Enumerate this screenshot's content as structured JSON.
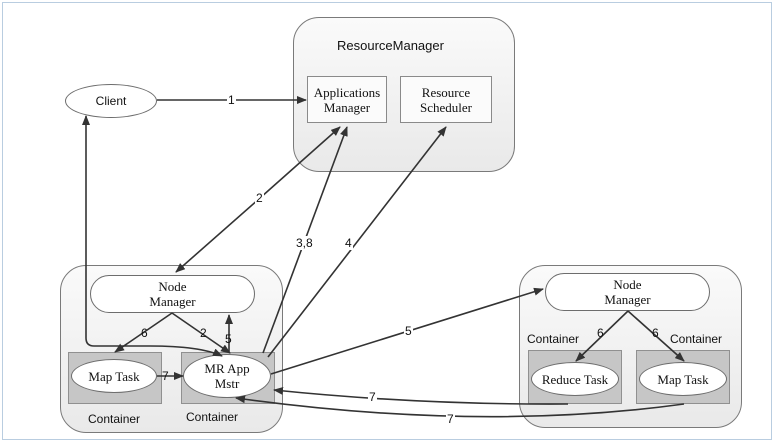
{
  "resource_manager": {
    "title": "ResourceManager",
    "applications_manager": "Applications\nManager",
    "resource_scheduler": "Resource\nScheduler"
  },
  "client": "Client",
  "left_node": {
    "node_manager": "Node\nManager",
    "map_task": "Map Task",
    "mr_app_mstr": "MR App\nMstr",
    "container_left": "Container",
    "container_right": "Container"
  },
  "right_node": {
    "node_manager": "Node\nManager",
    "container_left": "Container",
    "container_right": "Container",
    "reduce_task": "Reduce Task",
    "map_task": "Map Task"
  },
  "step_labels": {
    "s1": "1",
    "s2a": "2",
    "s2b": "2",
    "s38": "3,8",
    "s4": "4",
    "s5a": "5",
    "s5b": "5",
    "s6a": "6",
    "s6b": "6",
    "s6c": "6",
    "s7a": "7",
    "s7b": "7",
    "s7c": "7"
  }
}
